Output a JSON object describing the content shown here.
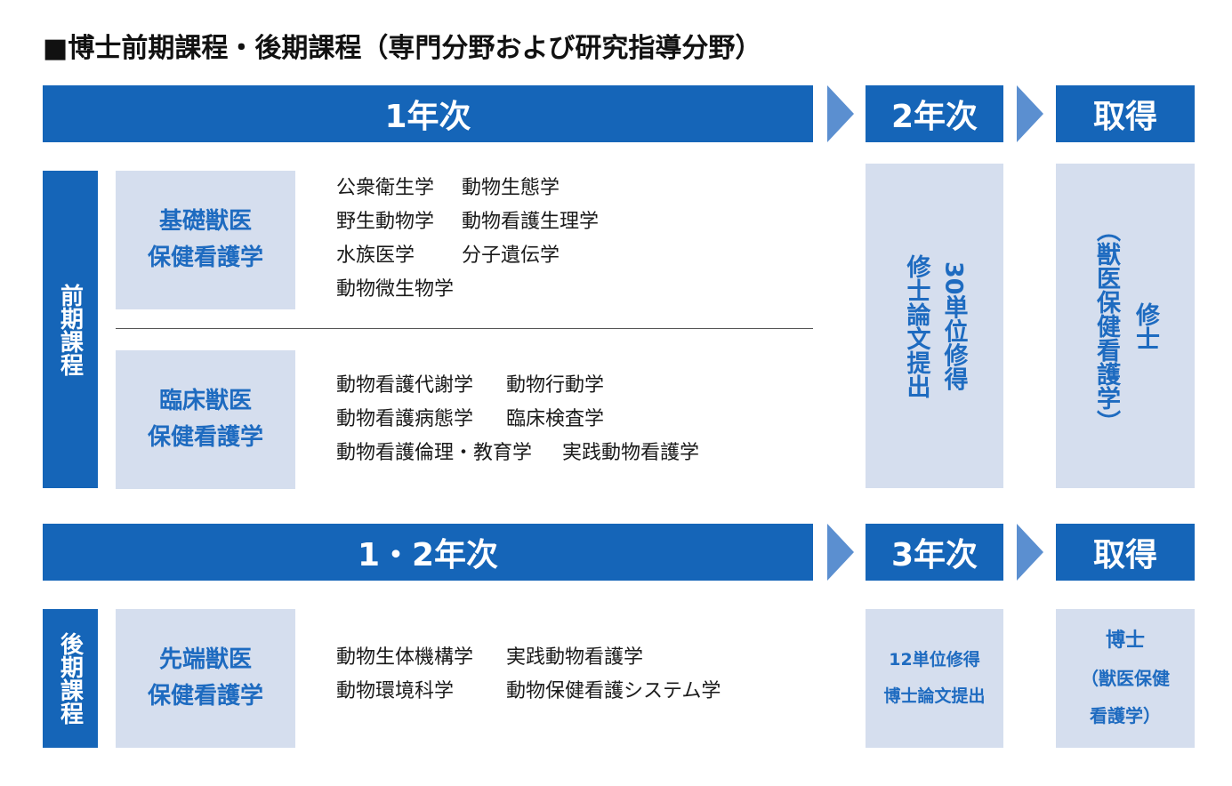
{
  "title": "■博士前期課程・後期課程（専門分野および研究指導分野）",
  "first_period": {
    "year_label": "1年次",
    "year2_label": "2年次",
    "obtain_label": "取得",
    "side_label": "前期課程",
    "fields": [
      {
        "line1": "基礎獣医",
        "line2": "保健看護学",
        "subjects": [
          [
            "公衆衛生学",
            "動物生態学"
          ],
          [
            "野生動物学",
            "動物看護生理学"
          ],
          [
            "水族医学",
            "分子遺伝学"
          ],
          [
            "動物微生物学",
            ""
          ]
        ]
      },
      {
        "line1": "臨床獣医",
        "line2": "保健看護学",
        "subjects": [
          [
            "動物看護代謝学",
            "動物行動学"
          ],
          [
            "動物看護病態学",
            "臨床検査学"
          ],
          [
            "動物看護倫理・教育学",
            "実践動物看護学"
          ]
        ]
      }
    ],
    "requirement_col1": "30単位修得",
    "requirement_col2": "修士論文提出",
    "degree_col1": "修士",
    "degree_col2": "（獣医保健看護学）"
  },
  "second_period": {
    "year_label": "1・2年次",
    "year3_label": "3年次",
    "obtain_label": "取得",
    "side_label": "後期課程",
    "field": {
      "line1": "先端獣医",
      "line2": "保健看護学",
      "subjects": [
        [
          "動物生体機構学",
          "実践動物看護学"
        ],
        [
          "動物環境科学",
          "動物保健看護システム学"
        ]
      ]
    },
    "requirement_line1": "12単位修得",
    "requirement_line2": "博士論文提出",
    "degree_line1": "博士",
    "degree_line2": "（獣医保健",
    "degree_line3": "看護学）"
  }
}
